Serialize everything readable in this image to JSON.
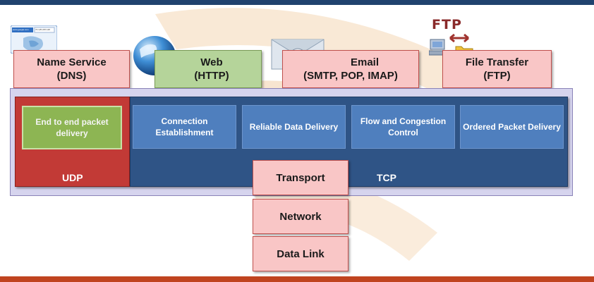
{
  "colors": {
    "top_bar": "#20426e",
    "bottom_bar": "#c0431f",
    "app_box": "#f9c6c6",
    "web_box": "#b5d49a",
    "udp": "#c23a36",
    "tcp": "#2f5486",
    "tcp_feature": "#4f7fbe",
    "udp_feature": "#8db553",
    "transport_band": "#d6d4ee"
  },
  "applications": [
    {
      "name": "Name Service",
      "protocol": "(DNS)",
      "icon": "browser-window-icon"
    },
    {
      "name": "Web",
      "protocol": "(HTTP)",
      "icon": "globe-icon"
    },
    {
      "name": "Email",
      "protocol": "(SMTP, POP, IMAP)",
      "icon": "envelope-at-icon"
    },
    {
      "name": "File Transfer",
      "protocol": "(FTP)",
      "icon": "ftp-computer-folder-icon"
    }
  ],
  "ftp_icon_text": "FTP",
  "dns_icon_text": {
    "bar_left": "www.google.com",
    "bar_right": "74.125.225.148"
  },
  "udp": {
    "label": "UDP",
    "features": [
      "End to end packet delivery"
    ]
  },
  "tcp": {
    "label": "TCP",
    "features": [
      "Connection Establishment",
      "Reliable Data Delivery",
      "Flow and Congestion Control",
      "Ordered Packet Delivery"
    ]
  },
  "stack_layers": [
    "Transport",
    "Network",
    "Data Link"
  ]
}
